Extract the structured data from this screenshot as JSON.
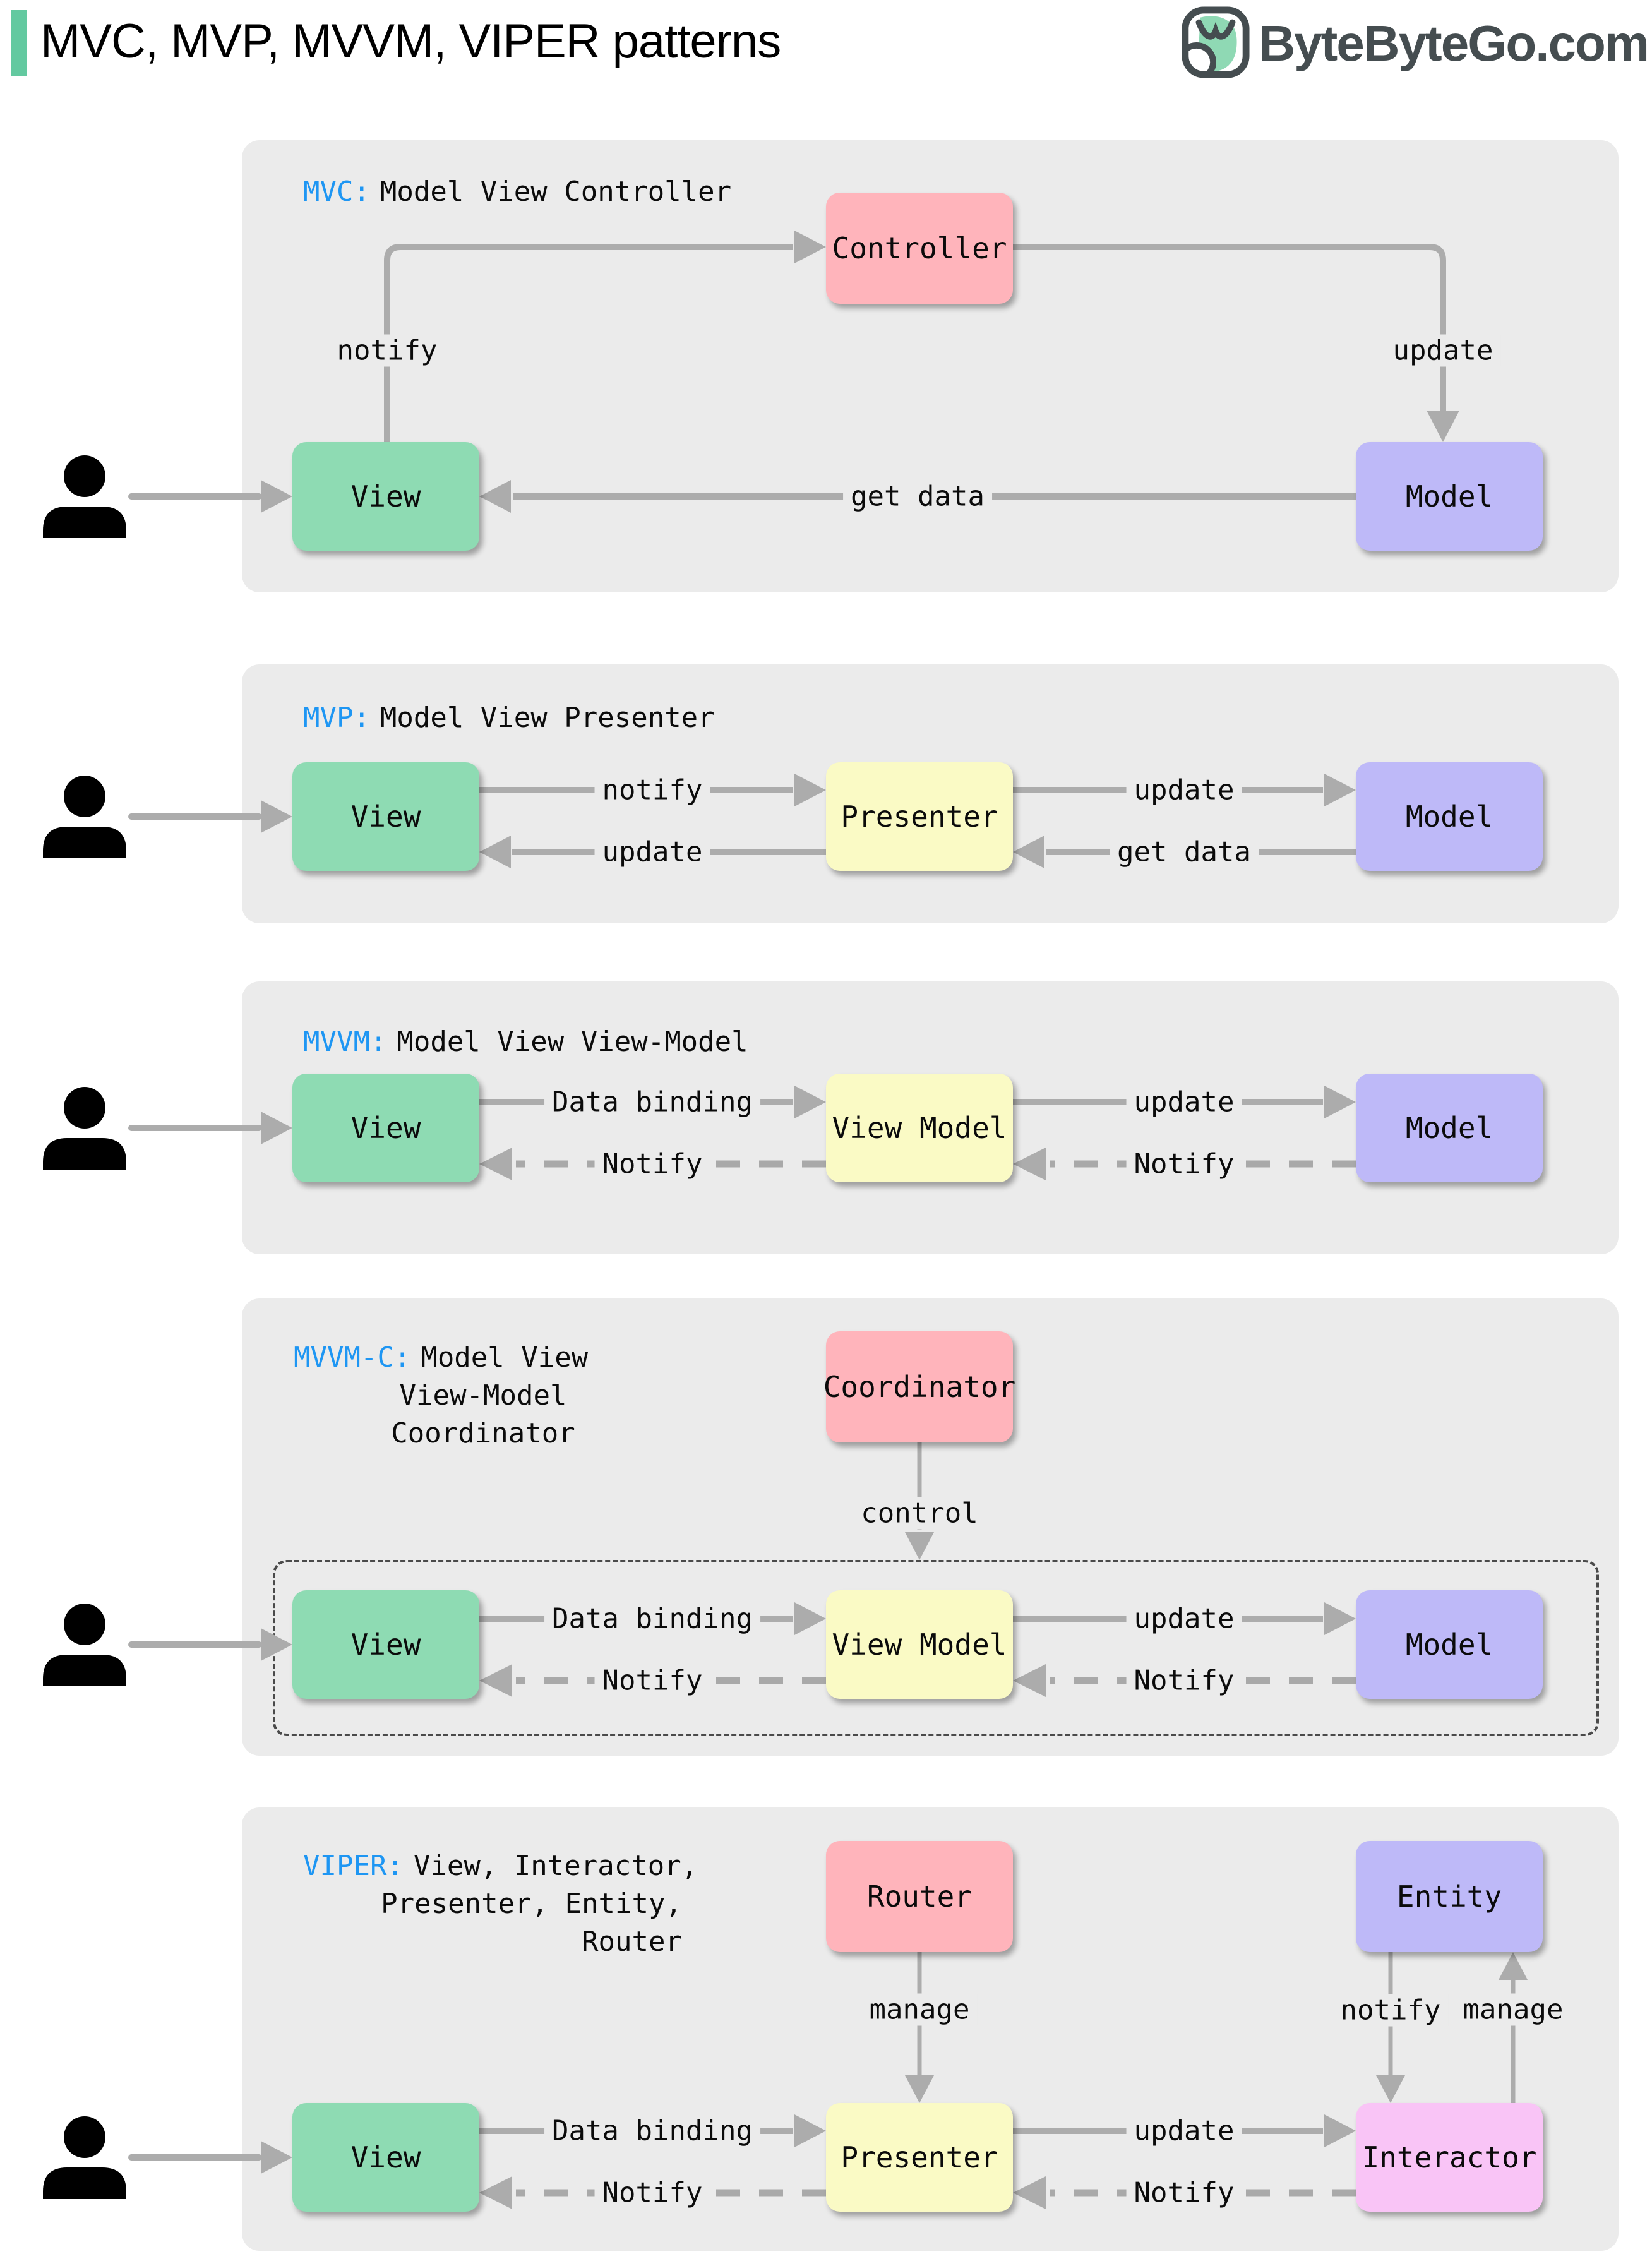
{
  "header": {
    "title": "MVC, MVP, MVVM, VIPER patterns",
    "brand": "ByteByteGo.com"
  },
  "colors": {
    "accent_green": "#63c9a0",
    "tag_blue": "#1e96f3",
    "panel_grey": "#ebebeb",
    "arrow_grey": "#acacac",
    "box_green": "#8edbb3",
    "box_pink": "#ffb4bb",
    "box_purple": "#beb9f8",
    "box_yellow": "#fafac5",
    "box_magenta": "#f9c4f6",
    "logo_dark": "#454d50"
  },
  "sections": {
    "mvc": {
      "tag": "MVC:",
      "name": "Model View Controller",
      "boxes": {
        "controller": "Controller",
        "view": "View",
        "model": "Model"
      },
      "labels": {
        "notify": "notify",
        "update": "update",
        "get_data": "get data"
      }
    },
    "mvp": {
      "tag": "MVP:",
      "name": "Model View Presenter",
      "boxes": {
        "view": "View",
        "presenter": "Presenter",
        "model": "Model"
      },
      "labels": {
        "notify": "notify",
        "update_to_model": "update",
        "update_to_view": "update",
        "get_data": "get data"
      }
    },
    "mvvm": {
      "tag": "MVVM:",
      "name": "Model View View-Model",
      "boxes": {
        "view": "View",
        "view_model": "View Model",
        "model": "Model"
      },
      "labels": {
        "data_binding": "Data binding",
        "update": "update",
        "notify_to_view": "Notify",
        "notify_to_viewmodel": "Notify"
      }
    },
    "mvvmc": {
      "tag": "MVVM-C:",
      "name_lines": {
        "l1": "Model View",
        "l2": "View-Model",
        "l3": "Coordinator"
      },
      "boxes": {
        "coordinator": "Coordinator",
        "view": "View",
        "view_model": "View Model",
        "model": "Model"
      },
      "labels": {
        "control": "control",
        "data_binding": "Data binding",
        "update": "update",
        "notify_to_view": "Notify",
        "notify_to_viewmodel": "Notify"
      }
    },
    "viper": {
      "tag": "VIPER:",
      "name_lines": {
        "l1": "View, Interactor,",
        "l2": "Presenter, Entity,",
        "l3": "Router"
      },
      "boxes": {
        "router": "Router",
        "entity": "Entity",
        "view": "View",
        "presenter": "Presenter",
        "interactor": "Interactor"
      },
      "labels": {
        "manage_router": "manage",
        "notify_entity": "notify",
        "manage_entity": "manage",
        "data_binding": "Data binding",
        "update": "update",
        "notify_to_view": "Notify",
        "notify_to_presenter": "Notify"
      }
    }
  }
}
